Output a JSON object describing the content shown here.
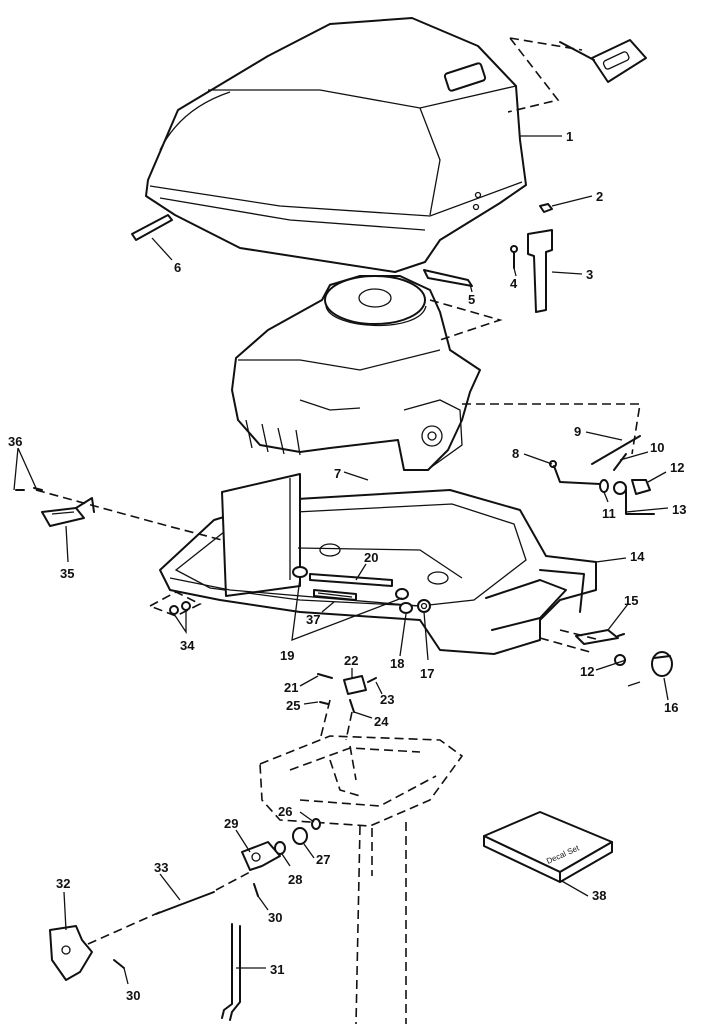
{
  "diagram": {
    "callouts": [
      "1",
      "2",
      "3",
      "4",
      "5",
      "6",
      "7",
      "8",
      "9",
      "10",
      "11",
      "12",
      "12",
      "13",
      "14",
      "15",
      "16",
      "17",
      "18",
      "19",
      "20",
      "21",
      "22",
      "23",
      "24",
      "25",
      "26",
      "27",
      "28",
      "29",
      "30",
      "30",
      "31",
      "32",
      "33",
      "34",
      "35",
      "36",
      "37",
      "38"
    ],
    "decal_box_label": "Decal Set"
  }
}
